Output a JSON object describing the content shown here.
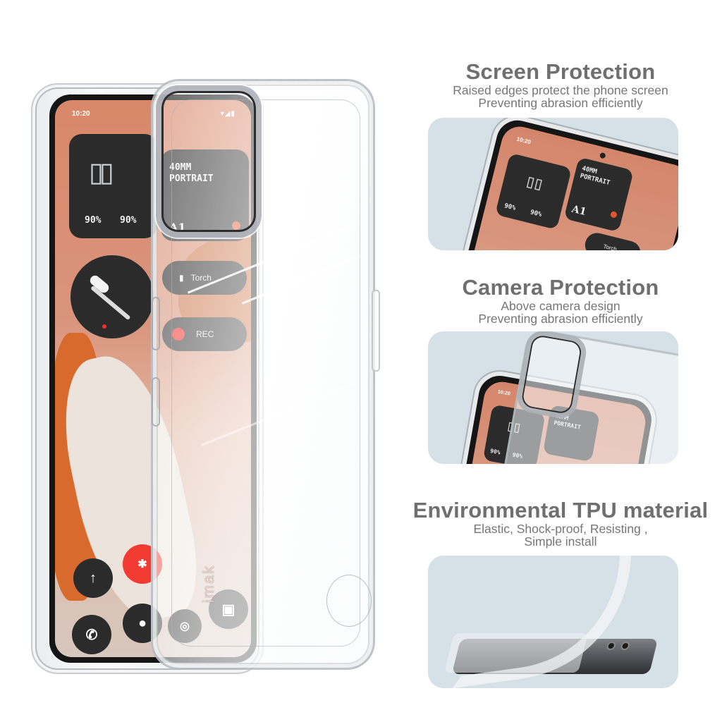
{
  "product": {
    "brand_mark": "imak",
    "main_phone": {
      "status_time": "10:20",
      "status_icons": "▾◢▮",
      "widgets": {
        "earbuds_left_pct": "90%",
        "earbuds_right_pct": "90%",
        "photo_widget_label_line1": "40MM",
        "photo_widget_label_line2": "PORTRAIT",
        "photo_widget_model": "A1",
        "torch_label": "Torch",
        "rec_label": "REC"
      },
      "app_icons": [
        "arrow-up",
        "bluetooth",
        "phone",
        "messages",
        "chrome",
        "camera"
      ]
    }
  },
  "features": [
    {
      "title": "Screen Protection",
      "lines": [
        "Raised edges protect the phone screen",
        "Preventing abrasion efficiently"
      ],
      "panel": {
        "status_time": "10:20",
        "widget_label_line1": "40MM",
        "widget_label_line2": "PORTRAIT",
        "widget_model": "A1",
        "earbuds_left_pct": "90%",
        "earbuds_right_pct": "90%",
        "torch_label": "Torch"
      }
    },
    {
      "title": "Camera Protection",
      "lines": [
        "Above camera design",
        "Preventing abrasion efficiently"
      ],
      "panel": {
        "status_time": "10:20",
        "widget_label_line1": "40MM",
        "widget_label_line2": "PORTRAIT",
        "earbuds_left_pct": "90%",
        "earbuds_right_pct": "90%"
      }
    },
    {
      "title": "Environmental TPU material",
      "lines": [
        "Elastic, Shock-proof, Resisting ,",
        "Simple install"
      ]
    }
  ],
  "colors": {
    "panel_bg": "#d5e0e7",
    "heading_text": "#6f6f6f",
    "body_text": "#767676",
    "screen_accent": "#d98769",
    "record_red": "#f2302a"
  }
}
